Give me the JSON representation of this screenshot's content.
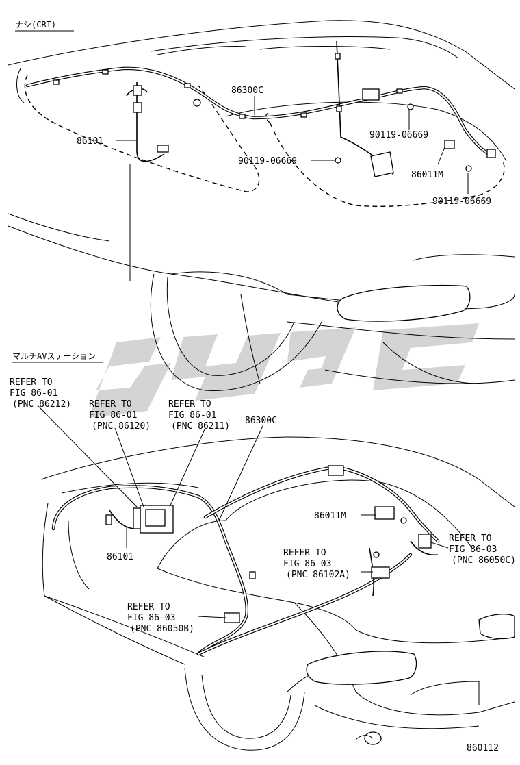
{
  "sections": {
    "top_header": "ナシ(CRT)",
    "bottom_header": "マルチAVステーション"
  },
  "top_labels": {
    "wire_main": "86300C",
    "wire_left": "86101",
    "clip_left": "90119-06669",
    "clip_mid": "90119-06669",
    "clip_right": "90119-06669",
    "amp": "86011M"
  },
  "bottom_labels": {
    "ref1_line1": "REFER TO",
    "ref1_line2": "FIG 86-01",
    "ref1_line3": "(PNC 86212)",
    "ref2_line1": "REFER TO",
    "ref2_line2": "FIG 86-01",
    "ref2_line3": "(PNC 86120)",
    "ref3_line1": "REFER TO",
    "ref3_line2": "FIG 86-01",
    "ref3_line3": "(PNC 86211)",
    "wire_main": "86300C",
    "amp": "86011M",
    "ref4_line1": "REFER TO",
    "ref4_line2": "FIG 86-03",
    "ref4_line3": "(PNC 86050C)",
    "ref5_line1": "REFER TO",
    "ref5_line2": "FIG 86-03",
    "ref5_line3": "(PNC 86102A)",
    "wire_left": "86101",
    "ref6_line1": "REFER TO",
    "ref6_line2": "FIG 86-03",
    "ref6_line3": "(PNC 86050B)"
  },
  "figure_number": "860112"
}
